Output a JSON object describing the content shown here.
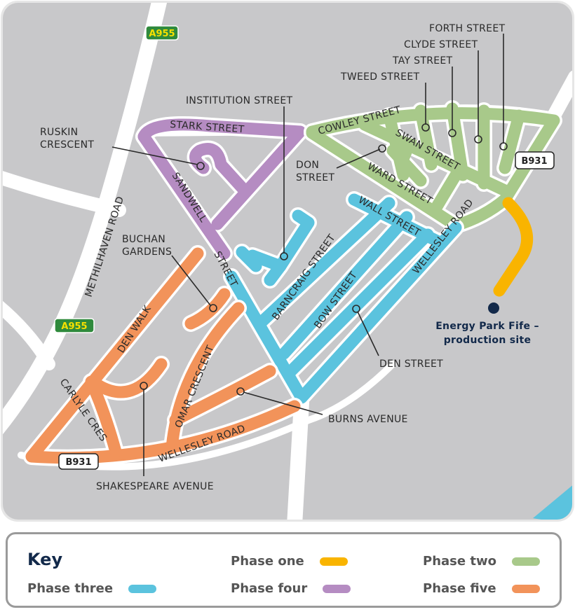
{
  "colors": {
    "background": "#c8c8ca",
    "road": "#ffffff",
    "phase_one": "#f9b400",
    "phase_two": "#a8c98a",
    "phase_three": "#5bc3de",
    "phase_four": "#b58cc2",
    "phase_five": "#f2935a",
    "site": "#12294a",
    "water": "#5bc3de"
  },
  "map": {
    "badges": {
      "a955_top": "A955",
      "a955_mid": "A955",
      "b931_right": "B931",
      "b931_bottom": "B931"
    },
    "labels": {
      "methilhaven_road": "METHILHAVEN ROAD",
      "stark_street": "STARK STREET",
      "institution_street": "INSTITUTION STREET",
      "ruskin_1": "RUSKIN",
      "ruskin_2": "CRESCENT",
      "sandwell": "SANDWELL",
      "sandwell_street": "STREET",
      "buchan_1": "BUCHAN",
      "buchan_2": "GARDENS",
      "den_walk": "DEN WALK",
      "carlyle_cres": "CARLYLE CRES",
      "omar_crescent": "OMAR CRESCENT",
      "wellesley_road_bottom": "WELLESLEY ROAD",
      "shakespeare_avenue": "SHAKESPEARE AVENUE",
      "burns_avenue": "BURNS AVENUE",
      "den_street": "DEN STREET",
      "barncraig_street": "BARNCRAIG STREET",
      "bow_street": "BOW STREET",
      "wellesley_right": "WELLESLEY ROAD",
      "wall_street": "WALL STREET",
      "ward_street": "WARD STREET",
      "swan_street": "SWAN STREET",
      "cowley_street": "COWLEY STREET",
      "don_1": "DON",
      "don_2": "STREET",
      "tweed_street": "TWEED STREET",
      "tay_street": "TAY STREET",
      "clyde_street": "CLYDE STREET",
      "forth_street": "FORTH STREET",
      "site_1": "Energy Park Fife –",
      "site_2": "production site"
    }
  },
  "legend": {
    "title": "Key",
    "items": [
      {
        "label": "Phase one",
        "color": "#f9b400"
      },
      {
        "label": "Phase two",
        "color": "#a8c98a"
      },
      {
        "label": "Phase three",
        "color": "#5bc3de"
      },
      {
        "label": "Phase four",
        "color": "#b58cc2"
      },
      {
        "label": "Phase five",
        "color": "#f2935a"
      }
    ]
  }
}
